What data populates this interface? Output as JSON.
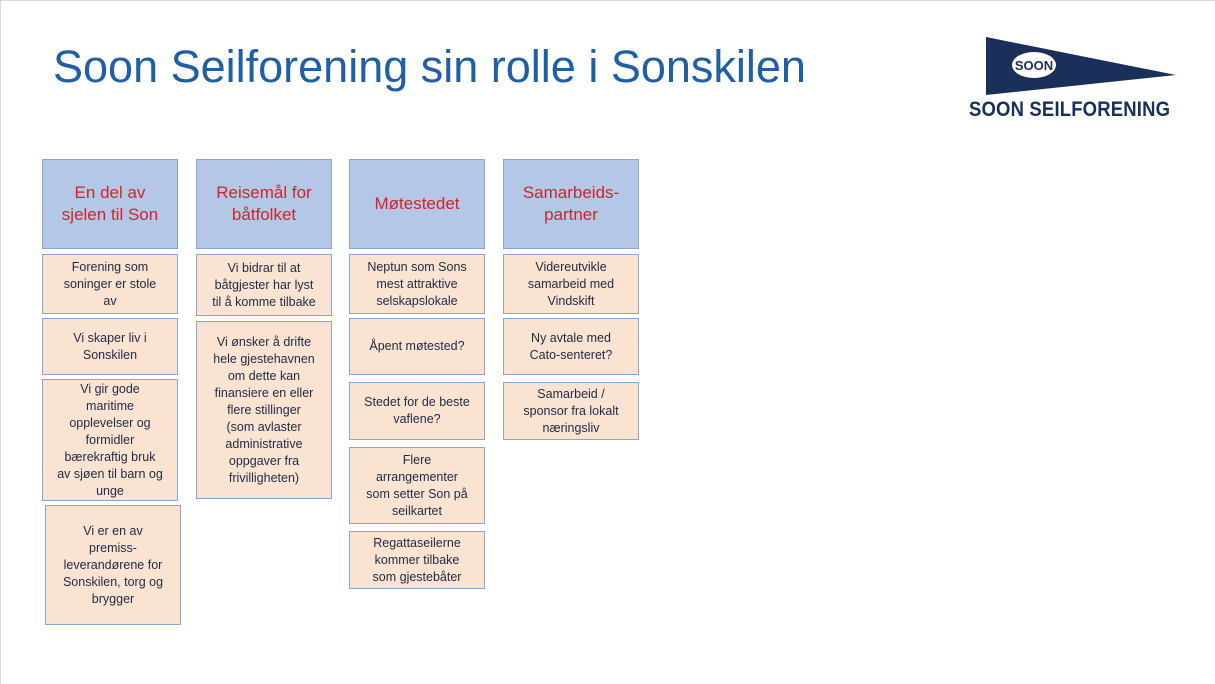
{
  "slide": {
    "title": "Soon Seilforening sin rolle i Sonskilen",
    "logo": {
      "badge": "SOON",
      "name": "SOON SEILFORENING"
    }
  },
  "columns": [
    {
      "heading": "En del av\nsjelen til Son",
      "items": [
        "Forening som\nsoninger er stole\nav",
        "Vi skaper liv i\nSonskilen",
        "Vi gir gode\nmaritime\nopplevelser og\nformidler\nbærekraftig bruk\nav sjøen til barn og\nunge",
        "Vi er en av\npremiss-\nleverandørene for\nSonskilen, torg og\nbrygger"
      ]
    },
    {
      "heading": "Reisemål for\nbåtfolket",
      "items": [
        "Vi bidrar til at\nbåtgjester har lyst\ntil å komme tilbake",
        "Vi ønsker å drifte\nhele gjestehavnen\nom dette kan\nfinansiere en eller\nflere stillinger\n(som avlaster\nadministrative\noppgaver fra\nfrivilligheten)"
      ]
    },
    {
      "heading": "Møtestedet",
      "items": [
        "Neptun som Sons\nmest attraktive\nselskapslokale",
        "Åpent møtested?",
        "Stedet for de beste\nvaflene?",
        "Flere\narrangementer\nsom setter Son på\nseilkartet",
        "Regattaseilerne\nkommer tilbake\nsom gjestebåter"
      ]
    },
    {
      "heading": "Samarbeids-\npartner",
      "items": [
        "Videreutvikle\nsamarbeid med\nVindskift",
        "Ny avtale med\nCato-senteret?",
        "Samarbeid /\nsponsor fra lokalt\nnæringsliv"
      ]
    }
  ]
}
